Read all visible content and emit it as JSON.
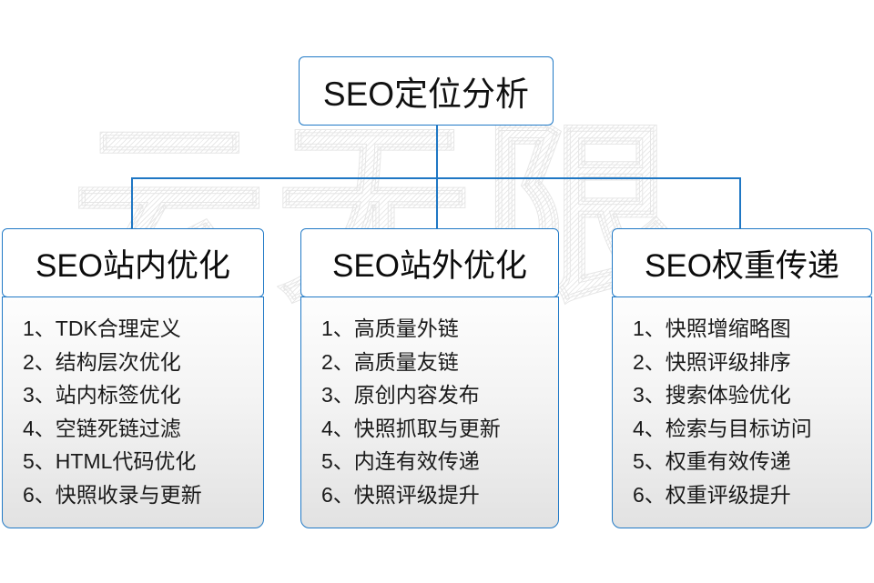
{
  "diagram": {
    "title": "SEO定位分析",
    "watermark_text": "云无限",
    "accent_color": "#2079c6",
    "root": {
      "label": "SEO定位分析"
    },
    "branches": [
      {
        "header": "SEO站内优化",
        "items": [
          "1、TDK合理定义",
          "2、结构层次优化",
          "3、站内标签优化",
          "4、空链死链过滤",
          "5、HTML代码优化",
          "6、快照收录与更新"
        ]
      },
      {
        "header": "SEO站外优化",
        "items": [
          "1、高质量外链",
          "2、高质量友链",
          "3、原创内容发布",
          "4、快照抓取与更新",
          "5、内连有效传递",
          "6、快照评级提升"
        ]
      },
      {
        "header": "SEO权重传递",
        "items": [
          "1、快照增缩略图",
          "2、快照评级排序",
          "3、搜索体验优化",
          "4、检索与目标访问",
          "5、权重有效传递",
          "6、权重评级提升"
        ]
      }
    ]
  }
}
